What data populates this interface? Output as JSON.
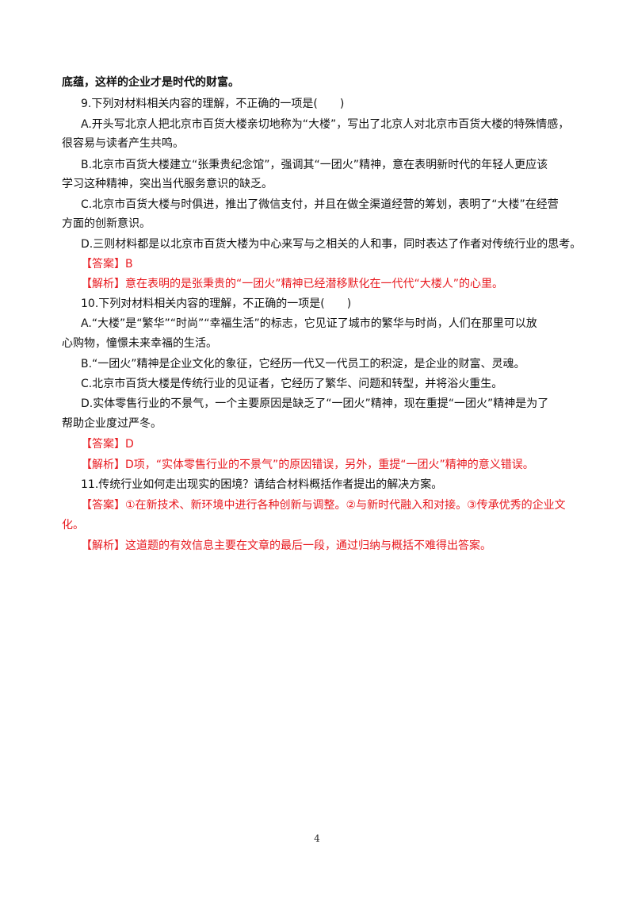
{
  "lines": [
    {
      "text": "底蕴，这样的企业才是时代的财富。"
    },
    {
      "text": "9.下列对材料相关内容的理解，不正确的一项是(　　)"
    },
    {
      "text": "A.开头写北京人把北京市百货大楼亲切地称为“大楼”，写出了北京人对北京市百货大楼的特殊情感，"
    },
    {
      "text": "很容易与读者产生共鸣。"
    },
    {
      "text": "B.北京市百货大楼建立“张秉贵纪念馆”，强调其“一团火”精神，意在表明新时代的年轻人更应该"
    },
    {
      "text": "学习这种精神，突出当代服务意识的缺乏。"
    },
    {
      "text": "C.北京市百货大楼与时俱进，推出了微信支付，并且在做全渠道经营的筹划，表明了“大楼”在经营"
    },
    {
      "text": "方面的创新意识。"
    },
    {
      "text": "D.三则材料都是以北京市百货大楼为中心来写与之相关的人和事，同时表达了作者对传统行业的思考。"
    },
    {
      "text": "【答案】B"
    },
    {
      "text": "【解析】意在表明的是张秉贵的“一团火”精神已经潜移默化在一代代“大楼人”的心里。"
    },
    {
      "text": "10.下列对材料相关内容的理解，不正确的一项是(　　)"
    },
    {
      "text": "A.“大楼”是“繁华”“时尚”“幸福生活”的标志，它见证了城市的繁华与时尚，人们在那里可以放"
    },
    {
      "text": "心购物，憧憬未来幸福的生活。"
    },
    {
      "text": "B.“一团火”精神是企业文化的象征，它经历一代又一代员工的积淀，是企业的财富、灵魂。"
    },
    {
      "text": "C.北京市百货大楼是传统行业的见证者，它经历了繁华、问题和转型，并将浴火重生。"
    },
    {
      "text": "D.实体零售行业的不景气，一个主要原因是缺乏了“一团火”精神，现在重提“一团火”精神是为了"
    },
    {
      "text": "帮助企业度过严冬。"
    },
    {
      "text": "【答案】D"
    },
    {
      "text": "【解析】D项，“实体零售行业的不景气”的原因错误，另外，重提“一团火”精神的意义错误。"
    },
    {
      "text": "11.传统行业如何走出现实的困境？请结合材料概括作者提出的解决方案。"
    },
    {
      "text": "【答案】①在新技术、新环境中进行各种创新与调整。②与新时代融入和对接。③传承优秀的企业文"
    },
    {
      "text": "化。"
    },
    {
      "text": "【解析】这道题的有效信息主要在文章的最后一段，通过归纳与概括不难得出答案。"
    }
  ],
  "page_number": "4"
}
